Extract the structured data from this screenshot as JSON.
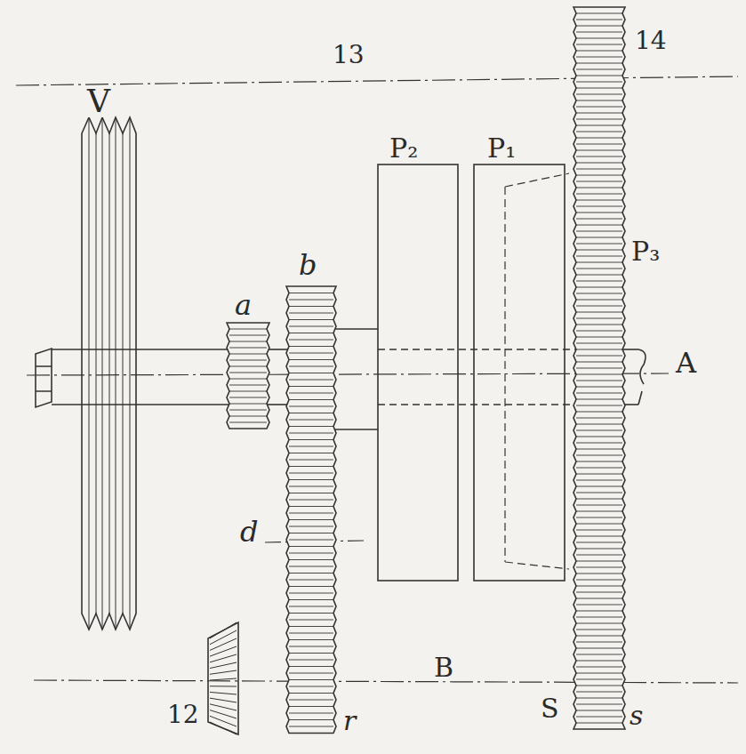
{
  "diagram": {
    "labels": [
      "13",
      "14",
      "V",
      "P₂",
      "P₁",
      "P₃",
      "b",
      "a",
      "A",
      "d",
      "B",
      "12",
      "r",
      "S",
      "s"
    ]
  }
}
